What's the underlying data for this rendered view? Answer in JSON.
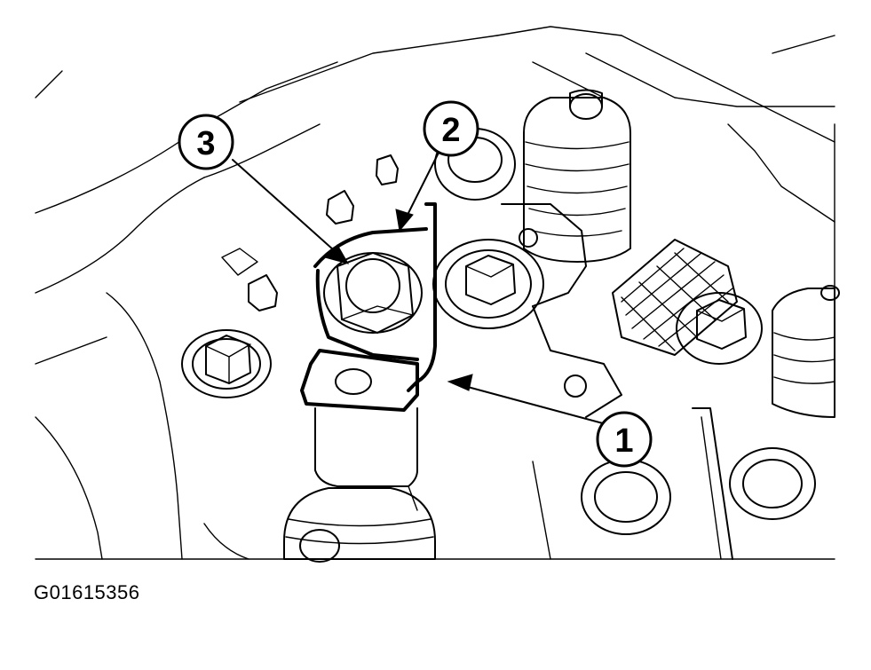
{
  "figure": {
    "code": "G01615356"
  },
  "callouts": [
    {
      "number": "1"
    },
    {
      "number": "2"
    },
    {
      "number": "3"
    }
  ]
}
